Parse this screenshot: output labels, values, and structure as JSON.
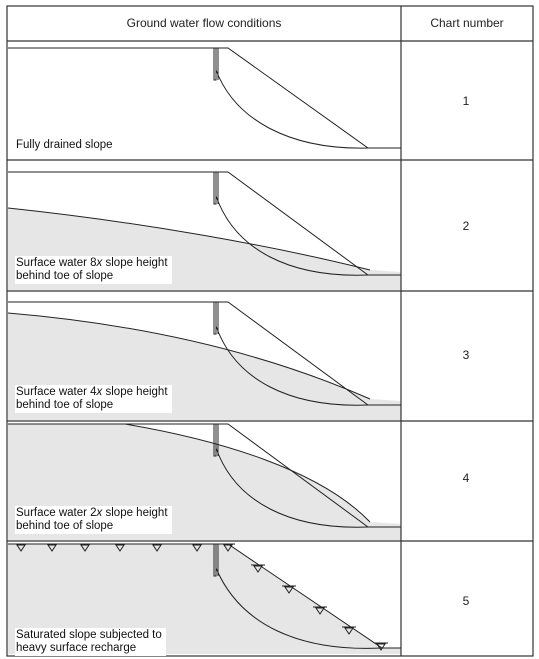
{
  "table": {
    "header_conditions": "Ground water flow conditions",
    "header_chart_number": "Chart number",
    "rows": [
      {
        "caption_line1": "Fully drained slope",
        "caption_line2": "",
        "chart_number": "1"
      },
      {
        "caption_line1": "Surface water 8x slope height",
        "caption_line2": "behind toe of slope",
        "chart_number": "2"
      },
      {
        "caption_line1": "Surface water 4x slope height",
        "caption_line2": "behind toe of slope",
        "chart_number": "3"
      },
      {
        "caption_line1": "Surface water 2x slope height",
        "caption_line2": "behind toe of slope",
        "chart_number": "4"
      },
      {
        "caption_line1": "Saturated slope subjected to",
        "caption_line2": "heavy surface recharge",
        "chart_number": "5"
      }
    ]
  },
  "colors": {
    "grid": "#333333",
    "water_fill": "#e6e6e6",
    "line": "#222222"
  }
}
